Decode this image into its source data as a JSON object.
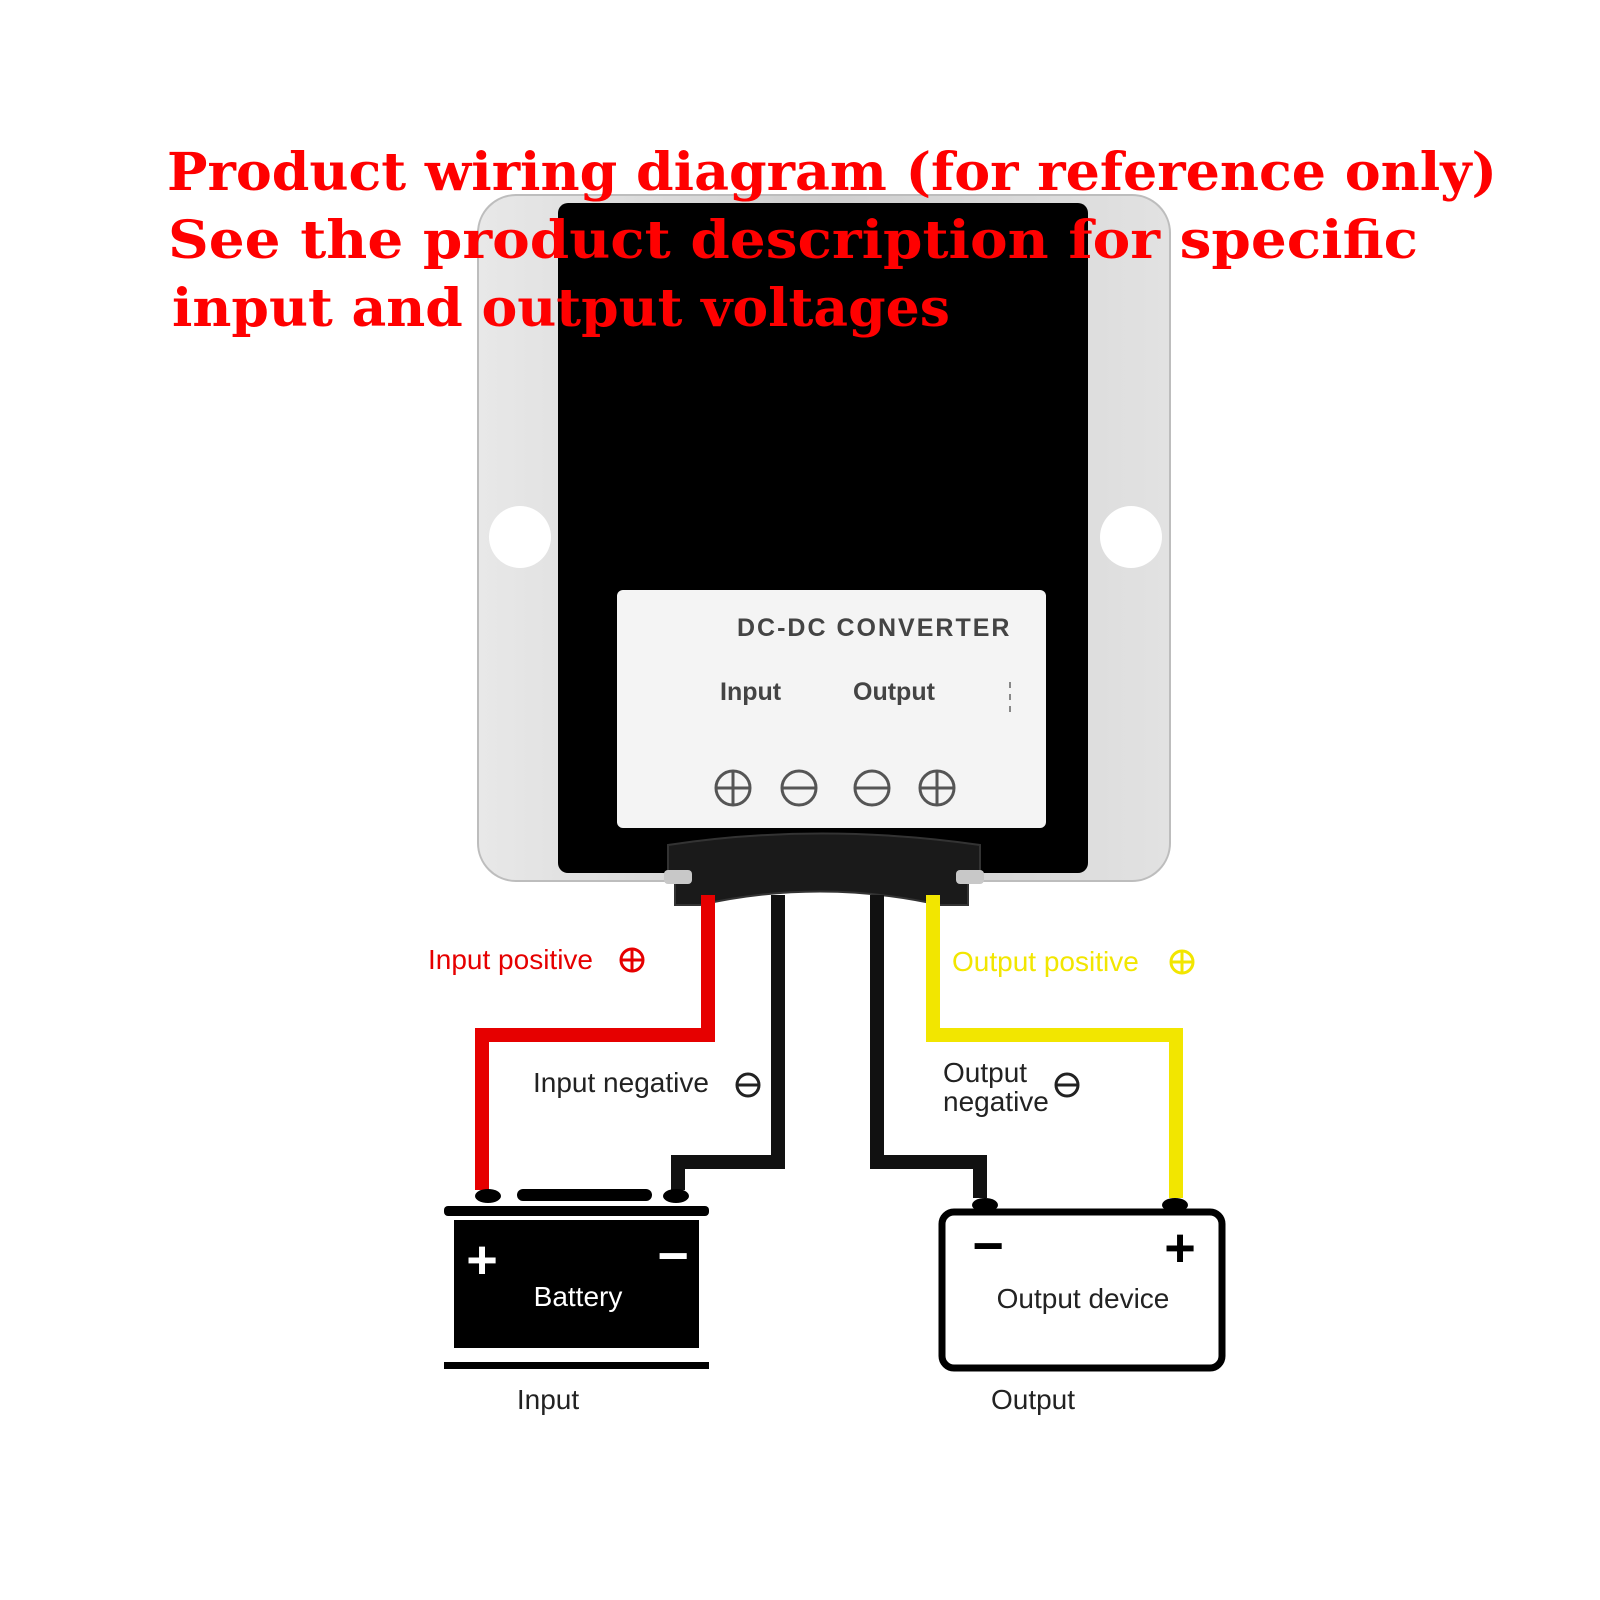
{
  "heading": {
    "line1": "Product wiring diagram (for reference only)",
    "line2": "See the product description for specific",
    "line3": "input and output voltages"
  },
  "converter": {
    "label_title": "DC-DC CONVERTER",
    "input_label": "Input",
    "output_label": "Output",
    "terminal_symbols": [
      "⊕",
      "⊖",
      "⊖",
      "⊕"
    ]
  },
  "wires": {
    "input_positive": "Input positive",
    "input_negative": "Input negative",
    "output_positive": "Output positive",
    "output_negative_line1": "Output",
    "output_negative_line2": "negative",
    "plus_symbol": "⊕",
    "minus_symbol": "⊖"
  },
  "battery": {
    "label": "Battery",
    "plus": "+",
    "minus": "−",
    "caption": "Input"
  },
  "output_device": {
    "label": "Output device",
    "plus": "+",
    "minus": "−",
    "caption": "Output"
  },
  "colors": {
    "heading": "#ff0000",
    "positive_input_wire": "#e60000",
    "positive_output_wire": "#f2e600",
    "negative_wire": "#111111",
    "module_body": "#000000",
    "module_plate": "#d6d6d6"
  }
}
